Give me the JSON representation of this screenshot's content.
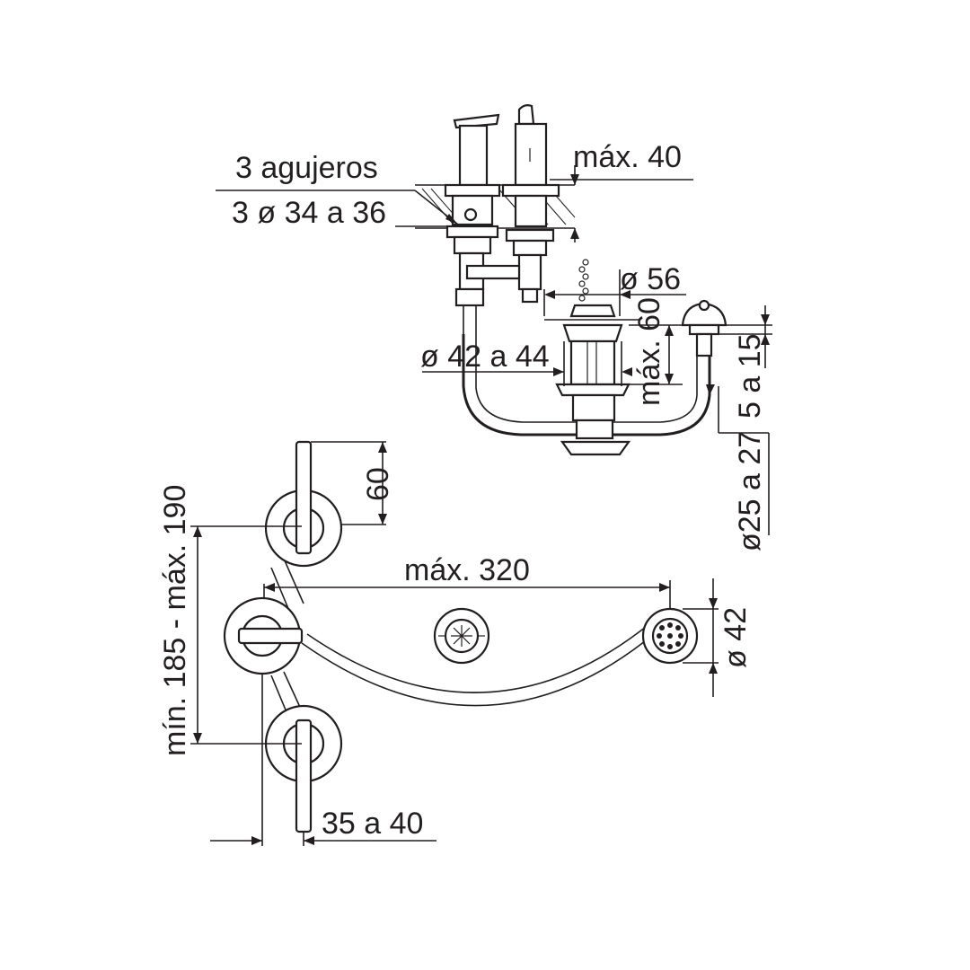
{
  "labels": {
    "holes_count": "3 agujeros",
    "holes_diameter": "3 ø 34 a 36",
    "max_deck_thickness": "máx. 40",
    "drain_cap_diameter": "ø 56",
    "drain_hole_diameter": "ø 42 a 44",
    "max_drain_height": "máx. 60",
    "hose_clearance": "5 a 15",
    "overflow_diameter": "ø25 a 27",
    "handle_length": "60",
    "spout_reach_max": "máx. 320",
    "overflow_outer_diameter": "ø 42",
    "center_distance": "mín. 185 - máx. 190",
    "offset_distance": "35 a 40"
  },
  "colors": {
    "ink": "#231f20",
    "background": "#ffffff"
  }
}
